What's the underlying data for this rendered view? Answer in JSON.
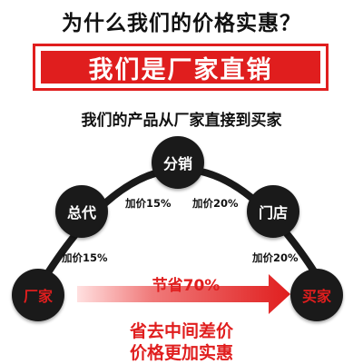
{
  "header": {
    "title": "为什么我们的价格实惠？",
    "banner": "我们是厂家直销",
    "subtitle": "我们的产品从厂家直接到买家"
  },
  "nodes": {
    "factory": "厂家",
    "general_agent": "总代",
    "distribution": "分销",
    "store": "门店",
    "buyer": "买家"
  },
  "markups": {
    "factory_to_agent": "加价15%",
    "agent_to_distribution": "加价15%",
    "distribution_to_store": "加价20%",
    "store_to_buyer": "加价20%"
  },
  "savings": "节省70%",
  "footer": {
    "line1": "省去中间差价",
    "line2": "价格更加实惠"
  },
  "colors": {
    "accent": "#e01e1e",
    "node": "#1a1a1a"
  }
}
